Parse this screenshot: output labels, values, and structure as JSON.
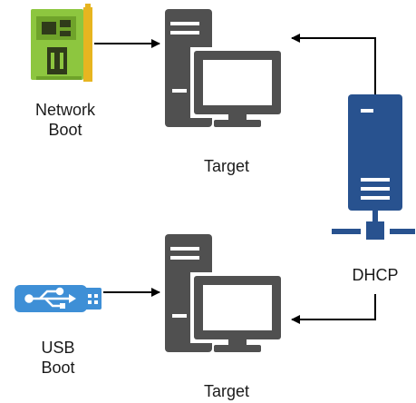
{
  "diagram": {
    "network_boot": {
      "icon": "network-card-icon",
      "label_line1": "Network",
      "label_line2": "Boot"
    },
    "usb_boot": {
      "icon": "usb-drive-icon",
      "label_line1": "USB",
      "label_line2": "Boot"
    },
    "target_top": {
      "icon": "computer-icon",
      "label": "Target"
    },
    "target_bottom": {
      "icon": "computer-icon",
      "label": "Target"
    },
    "dhcp": {
      "icon": "server-network-icon",
      "label": "DHCP"
    },
    "colors": {
      "computer": "#505050",
      "server": "#28528F",
      "usb": "#3E8FD6",
      "nic_board": "#8DC63F",
      "nic_bracket": "#E7B520",
      "arrow": "#000000",
      "text": "#1a1a1a"
    }
  }
}
